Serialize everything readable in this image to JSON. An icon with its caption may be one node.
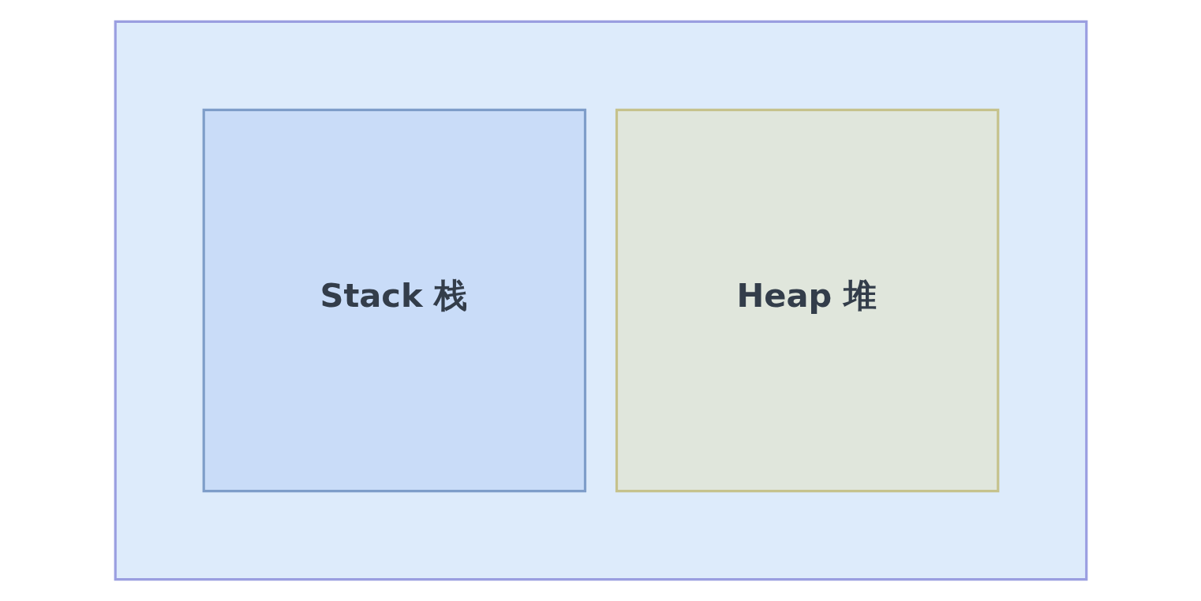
{
  "diagram": {
    "nodes": [
      {
        "text": [],
        "shape": "box"
      },
      {
        "text": [
          "Stack 栈"
        ],
        "in": 0
      },
      {
        "text": [
          "Heap 堆"
        ],
        "in": 0
      }
    ]
  }
}
